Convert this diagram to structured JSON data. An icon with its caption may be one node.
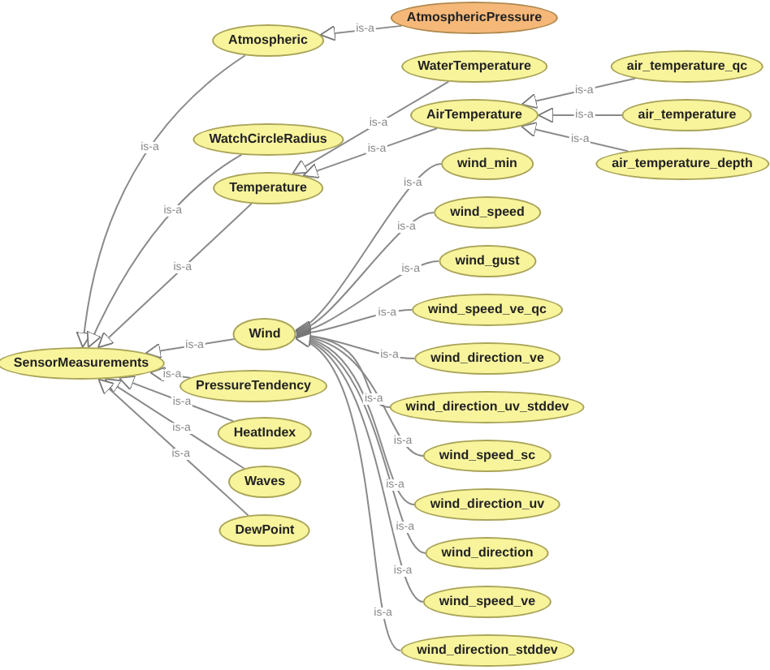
{
  "diagram": {
    "nodes": [
      {
        "text": [
          "AtmosphericPressure"
        ]
      },
      {
        "text": [
          "Atmospheric"
        ]
      },
      {
        "text": [
          "WatchCircleRadius"
        ]
      },
      {
        "text": [
          "Temperature"
        ]
      },
      {
        "text": [
          "WaterTemperature"
        ]
      },
      {
        "text": [
          "AirTemperature"
        ]
      },
      {
        "text": [
          "air_temperature_qc"
        ]
      },
      {
        "text": [
          "air_temperature"
        ]
      },
      {
        "text": [
          "air_temperature_depth"
        ]
      },
      {
        "text": [
          "wind_min"
        ]
      },
      {
        "text": [
          "wind_speed"
        ]
      },
      {
        "text": [
          "wind_gust"
        ]
      },
      {
        "text": [
          "wind_speed_ve_qc"
        ]
      },
      {
        "text": [
          "wind_direction_ve"
        ]
      },
      {
        "text": [
          "wind_direction_uv_stddev"
        ]
      },
      {
        "text": [
          "wind_speed_sc"
        ]
      },
      {
        "text": [
          "wind_direction_uv"
        ]
      },
      {
        "text": [
          "wind_direction"
        ]
      },
      {
        "text": [
          "wind_speed_ve"
        ]
      },
      {
        "text": [
          "wind_direction_stddev"
        ]
      },
      {
        "text": [
          "Wind"
        ]
      },
      {
        "text": [
          "SensorMeasurements"
        ]
      },
      {
        "text": [
          "PressureTendency"
        ]
      },
      {
        "text": [
          "HeatIndex"
        ]
      },
      {
        "text": [
          "Waves"
        ]
      },
      {
        "text": [
          "DewPoint"
        ]
      }
    ],
    "edges": [
      {
        "from": 0,
        "to": 1,
        "arrow": "to",
        "label": "is-a"
      },
      {
        "from": 1,
        "to": 21,
        "arrow": "to",
        "label": "is-a"
      },
      {
        "from": 2,
        "to": 21,
        "arrow": "to",
        "label": "is-a"
      },
      {
        "from": 3,
        "to": 21,
        "arrow": "to",
        "label": "is-a"
      },
      {
        "from": 4,
        "to": 3,
        "arrow": "to",
        "label": "is-a"
      },
      {
        "from": 5,
        "to": 3,
        "arrow": "to",
        "label": "is-a"
      },
      {
        "from": 6,
        "to": 5,
        "arrow": "to",
        "label": "is-a"
      },
      {
        "from": 7,
        "to": 5,
        "arrow": "to",
        "label": "is-a"
      },
      {
        "from": 8,
        "to": 5,
        "arrow": "to",
        "label": "is-a"
      },
      {
        "from": 9,
        "to": 20,
        "arrow": "to",
        "label": "is-a"
      },
      {
        "from": 10,
        "to": 20,
        "arrow": "to",
        "label": "is-a"
      },
      {
        "from": 11,
        "to": 20,
        "arrow": "to",
        "label": "is-a"
      },
      {
        "from": 12,
        "to": 20,
        "arrow": "to",
        "label": "is-a"
      },
      {
        "from": 13,
        "to": 20,
        "arrow": "to",
        "label": "is-a"
      },
      {
        "from": 14,
        "to": 20,
        "arrow": "to",
        "label": "is-a"
      },
      {
        "from": 15,
        "to": 20,
        "arrow": "to",
        "label": "is-a"
      },
      {
        "from": 16,
        "to": 20,
        "arrow": "to",
        "label": "is-a"
      },
      {
        "from": 17,
        "to": 20,
        "arrow": "to",
        "label": "is-a"
      },
      {
        "from": 18,
        "to": 20,
        "arrow": "to",
        "label": "is-a"
      },
      {
        "from": 19,
        "to": 20,
        "arrow": "to",
        "label": "is-a"
      },
      {
        "from": 20,
        "to": 21,
        "arrow": "to",
        "label": "is-a"
      },
      {
        "from": 22,
        "to": 21,
        "arrow": "to",
        "label": "is-a"
      },
      {
        "from": 23,
        "to": 21,
        "arrow": "to",
        "label": "is-a"
      },
      {
        "from": 24,
        "to": 21,
        "arrow": "to",
        "label": "is-a"
      },
      {
        "from": 25,
        "to": 21,
        "arrow": "to",
        "label": "is-a"
      }
    ]
  }
}
